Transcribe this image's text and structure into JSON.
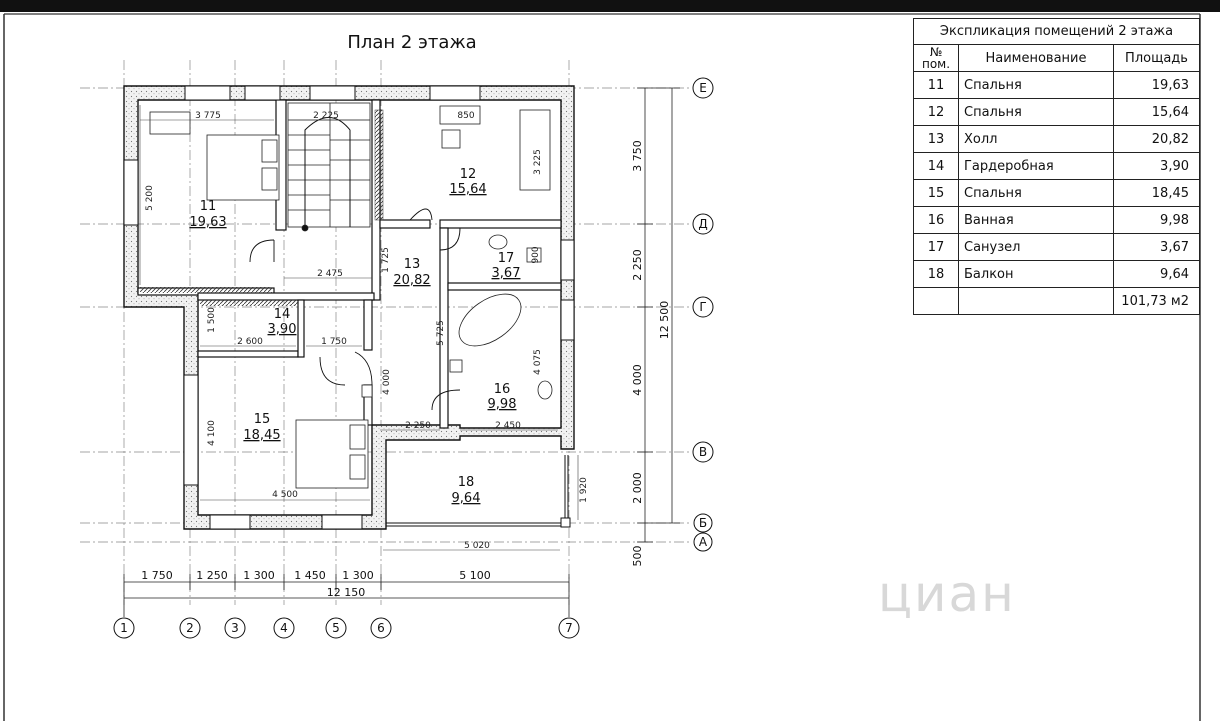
{
  "title": "План 2 этажа",
  "explication": {
    "caption": "Экспликация помещений 2 этажа",
    "headers": {
      "num": "№\nпом.",
      "name": "Наименование",
      "area": "Площадь"
    },
    "rows": [
      {
        "num": "11",
        "name": "Спальня",
        "area": "19,63"
      },
      {
        "num": "12",
        "name": "Спальня",
        "area": "15,64"
      },
      {
        "num": "13",
        "name": "Холл",
        "area": "20,82"
      },
      {
        "num": "14",
        "name": "Гардеробная",
        "area": "3,90"
      },
      {
        "num": "15",
        "name": "Спальня",
        "area": "18,45"
      },
      {
        "num": "16",
        "name": "Ванная",
        "area": "9,98"
      },
      {
        "num": "17",
        "name": "Санузел",
        "area": "3,67"
      },
      {
        "num": "18",
        "name": "Балкон",
        "area": "9,64"
      }
    ],
    "total": "101,73 м2"
  },
  "rooms": [
    {
      "num": "11",
      "area": "19,63"
    },
    {
      "num": "12",
      "area": "15,64"
    },
    {
      "num": "13",
      "area": "20,82"
    },
    {
      "num": "14",
      "area": "3,90"
    },
    {
      "num": "15",
      "area": "18,45"
    },
    {
      "num": "16",
      "area": "9,98"
    },
    {
      "num": "17",
      "area": "3,67"
    },
    {
      "num": "18",
      "area": "9,64"
    }
  ],
  "axes": {
    "numbers": [
      "1",
      "2",
      "3",
      "4",
      "5",
      "6",
      "7"
    ],
    "letters": [
      "Е",
      "Д",
      "Г",
      "В",
      "Б",
      "А"
    ]
  },
  "dims": {
    "bottom_segments": [
      "1 750",
      "1 250",
      "1 300",
      "1 450",
      "1 300",
      "5 100"
    ],
    "bottom_total": "12 150",
    "right_segments": [
      "3 750",
      "2 250",
      "4 000",
      "2 000",
      "500"
    ],
    "right_total": "12 500",
    "interior": {
      "d3775": "3 775",
      "d2225": "2 225",
      "d850": "850",
      "d5200": "5 200",
      "d3225": "3 225",
      "d1725": "1 725",
      "d2475": "2 475",
      "d900": "900",
      "d1500": "1 500",
      "d5725": "5 725",
      "d2600": "2 600",
      "d1750": "1 750",
      "d4000": "4 000",
      "d4075": "4 075",
      "d4100": "4 100",
      "d2250": "2 250",
      "d2450": "2 450",
      "d4500": "4 500",
      "d1920": "1 920",
      "d5020": "5 020"
    }
  },
  "watermark": "циан"
}
